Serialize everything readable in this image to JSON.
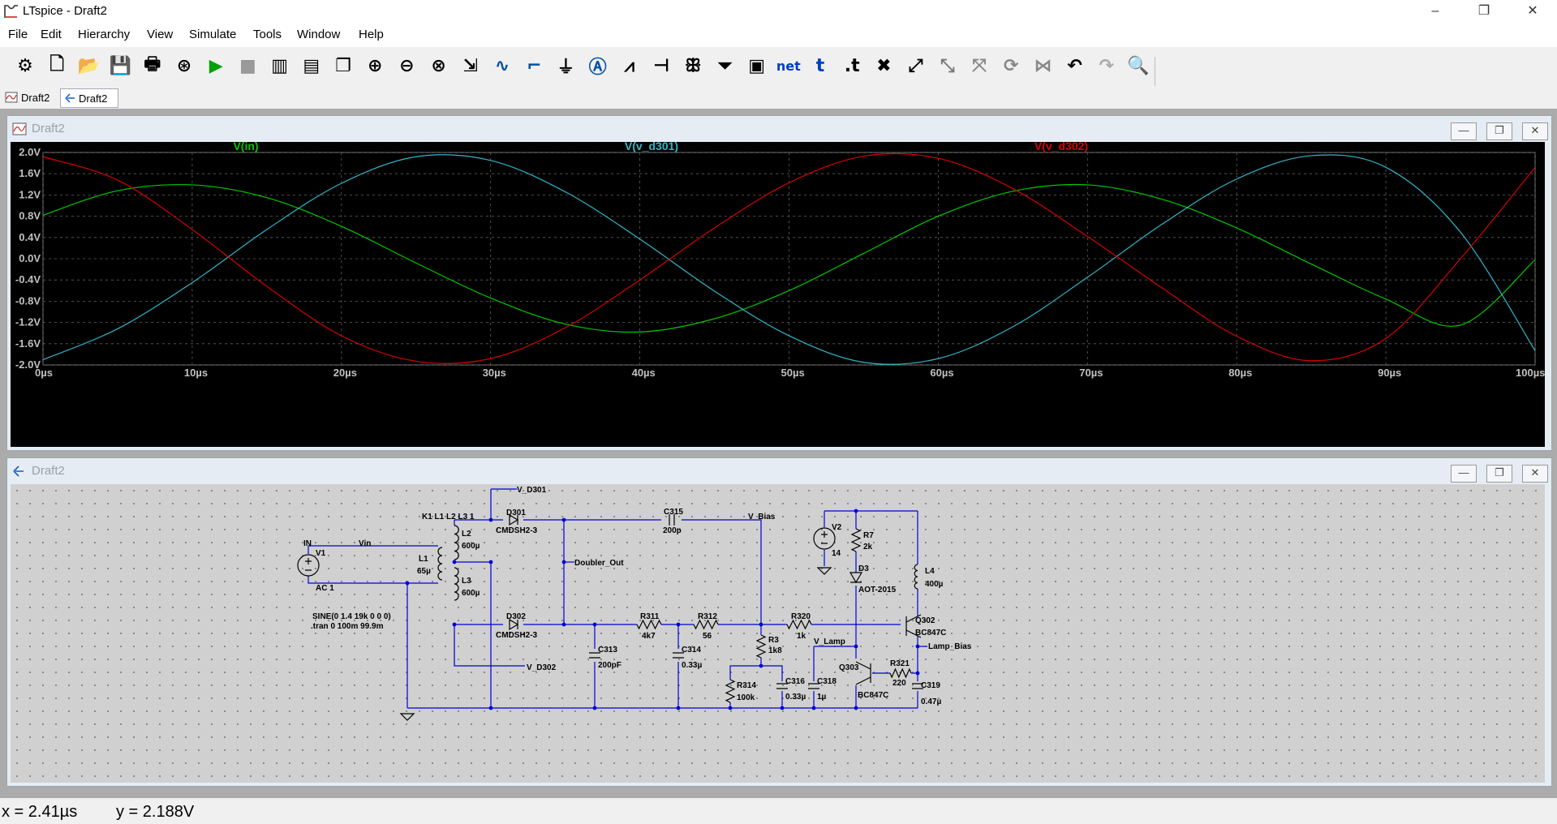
{
  "app": {
    "title": "LTspice - Draft2",
    "icons": {
      "app": "ltspice-logo-icon",
      "minimize": "minimize-icon",
      "maximize": "restore-icon",
      "close": "close-icon"
    }
  },
  "menu": [
    "File",
    "Edit",
    "Hierarchy",
    "View",
    "Simulate",
    "Tools",
    "Window",
    "Help"
  ],
  "toolbar": [
    "settings-icon",
    "new-schematic-icon",
    "open-icon",
    "save-icon",
    "print-icon",
    "control-panel-icon",
    "run-icon",
    "halt-icon",
    "tile-vertical-icon",
    "tile-horizontal-icon",
    "cascade-icon",
    "zoom-in-icon",
    "zoom-out-icon",
    "zoom-fit-icon",
    "autorange-icon",
    "waveform-icon",
    "draw-wire-icon",
    "ground-icon",
    "label-net-icon",
    "resistor-icon",
    "capacitor-icon",
    "inductor-icon",
    "diode-icon",
    "component-icon",
    "net-label-icon",
    "text-icon",
    "spice-directive-icon",
    "delete-icon",
    "duplicate-icon",
    "move-icon",
    "drag-icon",
    "rotate-icon",
    "mirror-icon",
    "undo-icon",
    "redo-icon",
    "find-icon"
  ],
  "tabs": [
    {
      "label": "Draft2",
      "icon": "waveform-tab-icon"
    },
    {
      "label": "Draft2",
      "icon": "schematic-tab-icon"
    }
  ],
  "plot_window": {
    "title": "Draft2"
  },
  "schematic_window": {
    "title": "Draft2"
  },
  "colors": {
    "v_in": "#00c800",
    "v_d301": "#30b8c8",
    "v_d302": "#d80000",
    "plot_bg": "#000000",
    "grid": "#606060",
    "wire": "#0000d8"
  },
  "chart_data": {
    "type": "line",
    "xlabel": "",
    "ylabel": "",
    "x_ticks": [
      "0µs",
      "10µs",
      "20µs",
      "30µs",
      "40µs",
      "50µs",
      "60µs",
      "70µs",
      "80µs",
      "90µs",
      "100µs"
    ],
    "y_ticks": [
      "2.0V",
      "1.6V",
      "1.2V",
      "0.8V",
      "0.4V",
      "0.0V",
      "-0.4V",
      "-0.8V",
      "-1.2V",
      "-1.6V",
      "-2.0V"
    ],
    "xlim": [
      0,
      100
    ],
    "ylim": [
      -2.0,
      2.0
    ],
    "grid": true,
    "series": [
      {
        "name": "V(in)",
        "color": "#00c800",
        "x": [
          0,
          5,
          10,
          15,
          20,
          25,
          30,
          35,
          40,
          45,
          50,
          55,
          60,
          65,
          70,
          75,
          80,
          85,
          90,
          95,
          100
        ],
        "y": [
          0.82,
          1.28,
          1.39,
          1.15,
          0.61,
          -0.08,
          -0.74,
          -1.23,
          -1.38,
          -1.13,
          -0.6,
          0.1,
          0.8,
          1.27,
          1.39,
          1.12,
          0.58,
          -0.1,
          -0.76,
          -1.25,
          -0.02
        ]
      },
      {
        "name": "V(v_d301)",
        "color": "#30b8c8",
        "x": [
          0,
          5,
          10,
          15,
          20,
          25,
          30,
          35,
          40,
          45,
          50,
          55,
          60,
          65,
          70,
          75,
          80,
          85,
          90,
          95,
          100
        ],
        "y": [
          -1.9,
          -1.32,
          -0.45,
          0.55,
          1.42,
          1.92,
          1.85,
          1.26,
          0.37,
          -0.61,
          -1.45,
          -1.95,
          -1.88,
          -1.28,
          -0.35,
          0.65,
          1.5,
          1.94,
          1.72,
          0.5,
          -1.73
        ]
      },
      {
        "name": "V(v_d302)",
        "color": "#d80000",
        "x": [
          0,
          5,
          10,
          15,
          20,
          25,
          30,
          35,
          40,
          45,
          50,
          55,
          60,
          65,
          70,
          75,
          80,
          85,
          90,
          95,
          100
        ],
        "y": [
          1.92,
          1.48,
          0.55,
          -0.52,
          -1.45,
          -1.93,
          -1.88,
          -1.3,
          -0.4,
          0.58,
          1.43,
          1.93,
          1.89,
          1.32,
          0.42,
          -0.55,
          -1.46,
          -1.92,
          -1.5,
          0.0,
          1.72
        ]
      }
    ]
  },
  "schematic": {
    "labels": [
      {
        "id": "lbl-v-d301-top",
        "text": "V_D301"
      },
      {
        "id": "lbl-k1",
        "text": "K1 L1 L2 L3 1"
      },
      {
        "id": "lbl-d301",
        "text": "D301"
      },
      {
        "id": "lbl-d301-model",
        "text": "CMDSH2-3"
      },
      {
        "id": "lbl-c315",
        "text": "C315"
      },
      {
        "id": "lbl-c315-val",
        "text": "200p"
      },
      {
        "id": "lbl-v-bias",
        "text": "V_Bias"
      },
      {
        "id": "lbl-in",
        "text": "IN"
      },
      {
        "id": "lbl-v1",
        "text": "V1"
      },
      {
        "id": "lbl-vin",
        "text": "Vin"
      },
      {
        "id": "lbl-l2",
        "text": "L2"
      },
      {
        "id": "lbl-l2-val",
        "text": "600µ"
      },
      {
        "id": "lbl-l1",
        "text": "L1"
      },
      {
        "id": "lbl-l1-val",
        "text": "65µ"
      },
      {
        "id": "lbl-doubler",
        "text": "Doubler_Out"
      },
      {
        "id": "lbl-l3",
        "text": "L3"
      },
      {
        "id": "lbl-l3-val",
        "text": "600µ"
      },
      {
        "id": "lbl-ac1",
        "text": "AC 1"
      },
      {
        "id": "lbl-sine",
        "text": "SINE(0 1.4 19k 0 0 0)"
      },
      {
        "id": "lbl-tran",
        "text": ".tran 0 100m 99.9m"
      },
      {
        "id": "lbl-d302",
        "text": "D302"
      },
      {
        "id": "lbl-d302-model",
        "text": "CMDSH2-3"
      },
      {
        "id": "lbl-r311",
        "text": "R311"
      },
      {
        "id": "lbl-r311-val",
        "text": "4k7"
      },
      {
        "id": "lbl-r312",
        "text": "R312"
      },
      {
        "id": "lbl-r312-val",
        "text": "56"
      },
      {
        "id": "lbl-r320",
        "text": "R320"
      },
      {
        "id": "lbl-r320-val",
        "text": "1k"
      },
      {
        "id": "lbl-c313",
        "text": "C313"
      },
      {
        "id": "lbl-c313-val",
        "text": "200pF"
      },
      {
        "id": "lbl-c314",
        "text": "C314"
      },
      {
        "id": "lbl-c314-val",
        "text": "0.33µ"
      },
      {
        "id": "lbl-r3",
        "text": "R3"
      },
      {
        "id": "lbl-r3-val",
        "text": "1k8"
      },
      {
        "id": "lbl-v-d302",
        "text": "V_D302"
      },
      {
        "id": "lbl-r314",
        "text": "R314"
      },
      {
        "id": "lbl-r314-val",
        "text": "100k"
      },
      {
        "id": "lbl-c316",
        "text": "C316"
      },
      {
        "id": "lbl-c316-val",
        "text": "0.33µ"
      },
      {
        "id": "lbl-c318",
        "text": "C318"
      },
      {
        "id": "lbl-c318-val",
        "text": "1µ"
      },
      {
        "id": "lbl-v-lamp",
        "text": "V_Lamp"
      },
      {
        "id": "lbl-v2",
        "text": "V2"
      },
      {
        "id": "lbl-v2-val",
        "text": "14"
      },
      {
        "id": "lbl-r7",
        "text": "R7"
      },
      {
        "id": "lbl-r7-val",
        "text": "2k"
      },
      {
        "id": "lbl-d3",
        "text": "D3"
      },
      {
        "id": "lbl-d3-model",
        "text": "AOT-2015"
      },
      {
        "id": "lbl-l4",
        "text": "L4"
      },
      {
        "id": "lbl-l4-val",
        "text": "400µ"
      },
      {
        "id": "lbl-q302",
        "text": "Q302"
      },
      {
        "id": "lbl-q302-model",
        "text": "BC847C"
      },
      {
        "id": "lbl-lamp-bias",
        "text": "Lamp_Bias"
      },
      {
        "id": "lbl-q303",
        "text": "Q303"
      },
      {
        "id": "lbl-q303-model",
        "text": "BC847C"
      },
      {
        "id": "lbl-r321",
        "text": "R321"
      },
      {
        "id": "lbl-r321-val",
        "text": "220"
      },
      {
        "id": "lbl-c319",
        "text": "C319"
      },
      {
        "id": "lbl-c319-val",
        "text": "0.47µ"
      }
    ]
  },
  "status": {
    "x": "x = 2.41µs",
    "y": "y = 2.188V"
  }
}
